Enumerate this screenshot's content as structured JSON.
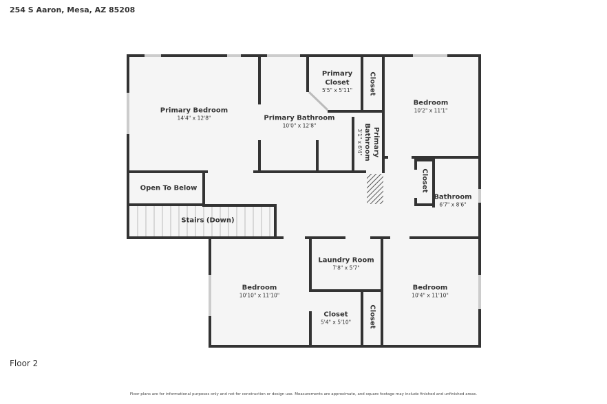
{
  "address": "254 S Aaron, Mesa, AZ 85208",
  "floor_label": "Floor 2",
  "disclaimer": "Floor plans are for informational purposes only and not for construction or design use. Measurements are approximate, and square footage may include finished and unfinished areas.",
  "rooms": [
    {
      "name": "Primary Bedroom",
      "dims": "14'4\" x 12'8\""
    },
    {
      "name": "Primary Bathroom",
      "dims": "10'0\" x 12'8\""
    },
    {
      "name": "Primary Closet",
      "dims": "5'5\" x 5'11\""
    },
    {
      "name": "Closet",
      "dims": ""
    },
    {
      "name": "Bedroom",
      "dims": "10'2\" x 11'1\""
    },
    {
      "name": "Primary Bathroom",
      "dims": "3'1\" x 6'4\""
    },
    {
      "name": "Open To Below",
      "dims": ""
    },
    {
      "name": "Stairs (Down)",
      "dims": ""
    },
    {
      "name": "Closet",
      "dims": ""
    },
    {
      "name": "Bathroom",
      "dims": "6'7\" x 8'6\""
    },
    {
      "name": "Laundry Room",
      "dims": "7'8\" x 5'7\""
    },
    {
      "name": "Bedroom",
      "dims": "10'10\" x 11'10\""
    },
    {
      "name": "Closet",
      "dims": "5'4\" x 5'10\""
    },
    {
      "name": "Closet",
      "dims": ""
    },
    {
      "name": "Bedroom",
      "dims": "10'4\" x 11'10\""
    }
  ]
}
